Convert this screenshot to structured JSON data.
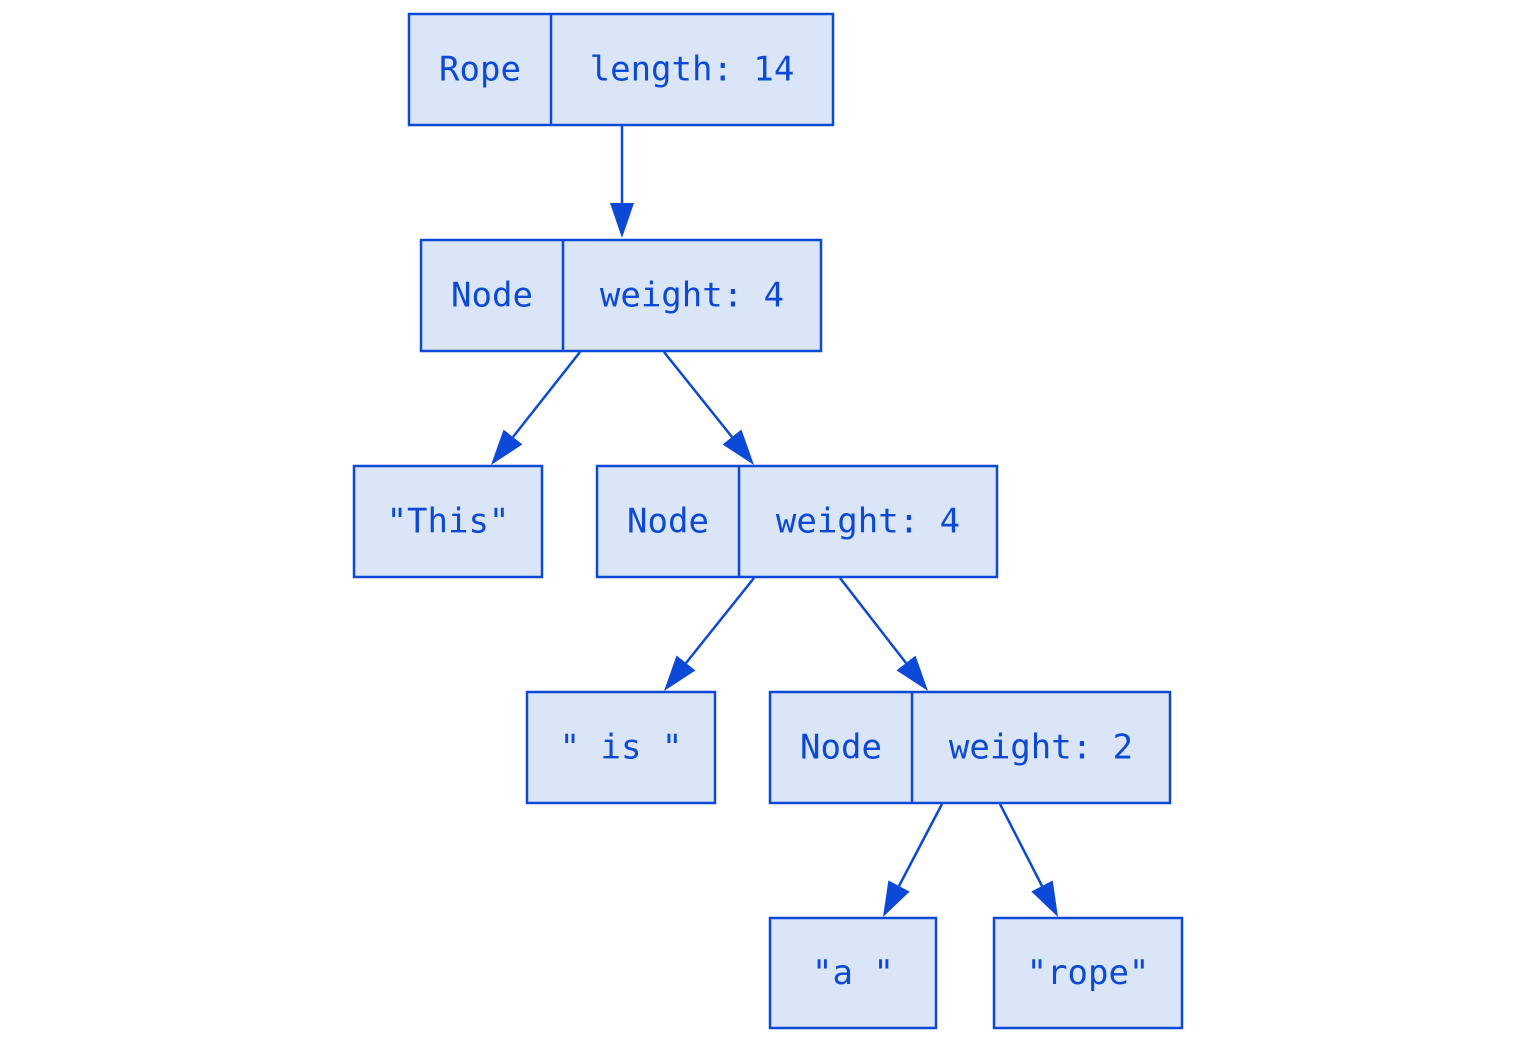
{
  "root": {
    "type": "Rope",
    "field": "length: 14"
  },
  "node1": {
    "type": "Node",
    "field": "weight: 4"
  },
  "leaf_this": {
    "text": "\"This\""
  },
  "node2": {
    "type": "Node",
    "field": "weight: 4"
  },
  "leaf_is": {
    "text": "\" is \""
  },
  "node3": {
    "type": "Node",
    "field": "weight: 2"
  },
  "leaf_a": {
    "text": "\"a \""
  },
  "leaf_rope": {
    "text": "\"rope\""
  },
  "colors": {
    "stroke": "#0b49d6",
    "fill": "#dbe5f8",
    "background": "#ffffff"
  }
}
